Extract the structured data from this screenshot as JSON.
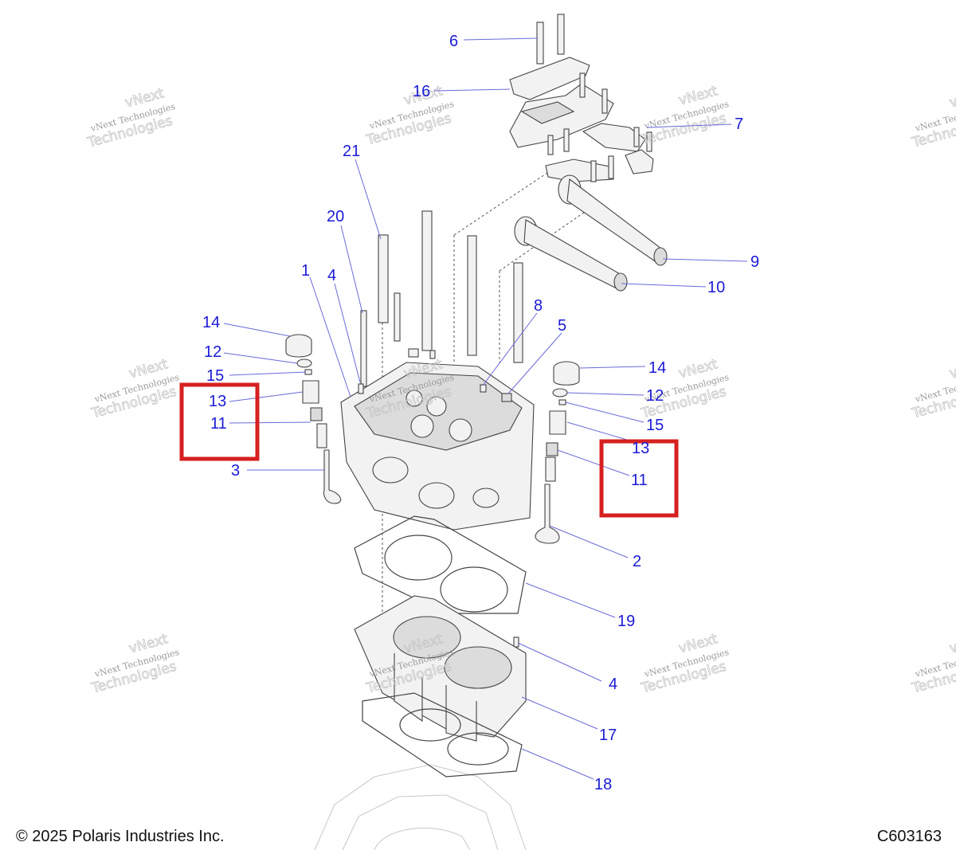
{
  "diagram": {
    "callouts": [
      "6",
      "16",
      "7",
      "21",
      "20",
      "9",
      "10",
      "1",
      "4",
      "8",
      "5",
      "14",
      "12",
      "15",
      "13",
      "11",
      "3",
      "14",
      "12",
      "15",
      "13",
      "11",
      "2",
      "19",
      "4",
      "17",
      "18"
    ],
    "watermark": {
      "line1": "vNext Technologies",
      "line2": "Technologies",
      "line3": "vNext"
    }
  },
  "footer": {
    "copyright": "© 2025 Polaris Industries Inc.",
    "figure_code": "C603163"
  },
  "colors": {
    "callout": "#1a1ad6",
    "highlight": "#d62020"
  }
}
